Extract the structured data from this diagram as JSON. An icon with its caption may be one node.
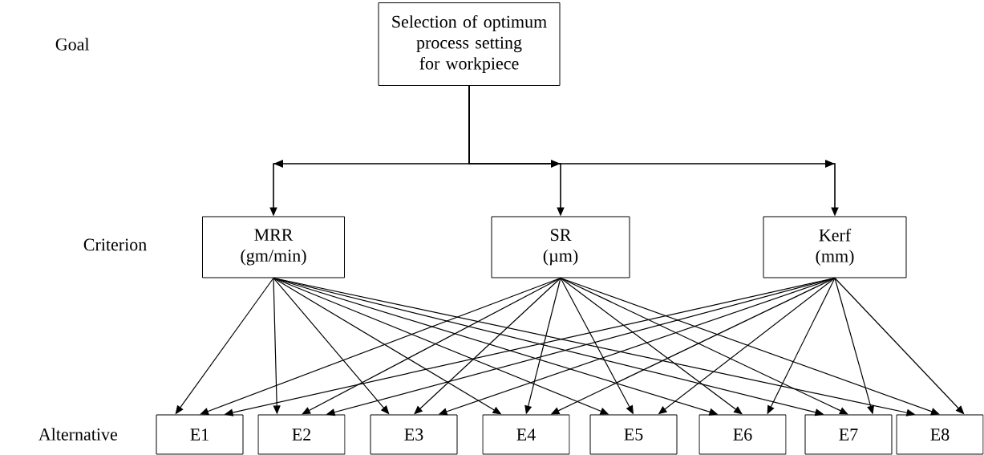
{
  "diagram": {
    "nodes": [
      {
        "text": [
          "Selection of optimum process setting for workpiece"
        ]
      },
      {
        "text": [
          "MRR",
          "(gm/min)"
        ]
      },
      {
        "text": [
          "SR",
          "(µm)"
        ]
      },
      {
        "text": [
          "Kerf",
          "(mm)"
        ]
      },
      {
        "text": [
          "E1"
        ]
      },
      {
        "text": [
          "E2"
        ]
      },
      {
        "text": [
          "E3"
        ]
      },
      {
        "text": [
          "E4"
        ]
      },
      {
        "text": [
          "E5"
        ]
      },
      {
        "text": [
          "E6"
        ]
      },
      {
        "text": [
          "E7"
        ]
      },
      {
        "text": [
          "E8"
        ]
      }
    ],
    "edges": [
      {
        "from": 0,
        "to": 1,
        "arrow": "to"
      },
      {
        "from": 0,
        "to": 2,
        "arrow": "to"
      },
      {
        "from": 0,
        "to": 3,
        "arrow": "to"
      },
      {
        "from": 1,
        "to": 4,
        "arrow": "to"
      },
      {
        "from": 1,
        "to": 5,
        "arrow": "to"
      },
      {
        "from": 1,
        "to": 6,
        "arrow": "to"
      },
      {
        "from": 1,
        "to": 7,
        "arrow": "to"
      },
      {
        "from": 1,
        "to": 8,
        "arrow": "to"
      },
      {
        "from": 1,
        "to": 9,
        "arrow": "to"
      },
      {
        "from": 1,
        "to": 10,
        "arrow": "to"
      },
      {
        "from": 1,
        "to": 11,
        "arrow": "to"
      },
      {
        "from": 2,
        "to": 4,
        "arrow": "to"
      },
      {
        "from": 2,
        "to": 5,
        "arrow": "to"
      },
      {
        "from": 2,
        "to": 6,
        "arrow": "to"
      },
      {
        "from": 2,
        "to": 7,
        "arrow": "to"
      },
      {
        "from": 2,
        "to": 8,
        "arrow": "to"
      },
      {
        "from": 2,
        "to": 9,
        "arrow": "to"
      },
      {
        "from": 2,
        "to": 10,
        "arrow": "to"
      },
      {
        "from": 2,
        "to": 11,
        "arrow": "to"
      },
      {
        "from": 3,
        "to": 4,
        "arrow": "to"
      },
      {
        "from": 3,
        "to": 5,
        "arrow": "to"
      },
      {
        "from": 3,
        "to": 6,
        "arrow": "to"
      },
      {
        "from": 3,
        "to": 7,
        "arrow": "to"
      },
      {
        "from": 3,
        "to": 8,
        "arrow": "to"
      },
      {
        "from": 3,
        "to": 9,
        "arrow": "to"
      },
      {
        "from": 3,
        "to": 10,
        "arrow": "to"
      },
      {
        "from": 3,
        "to": 11,
        "arrow": "to"
      }
    ],
    "labels": [
      "Goal",
      "Criterion",
      "Alternative"
    ]
  }
}
